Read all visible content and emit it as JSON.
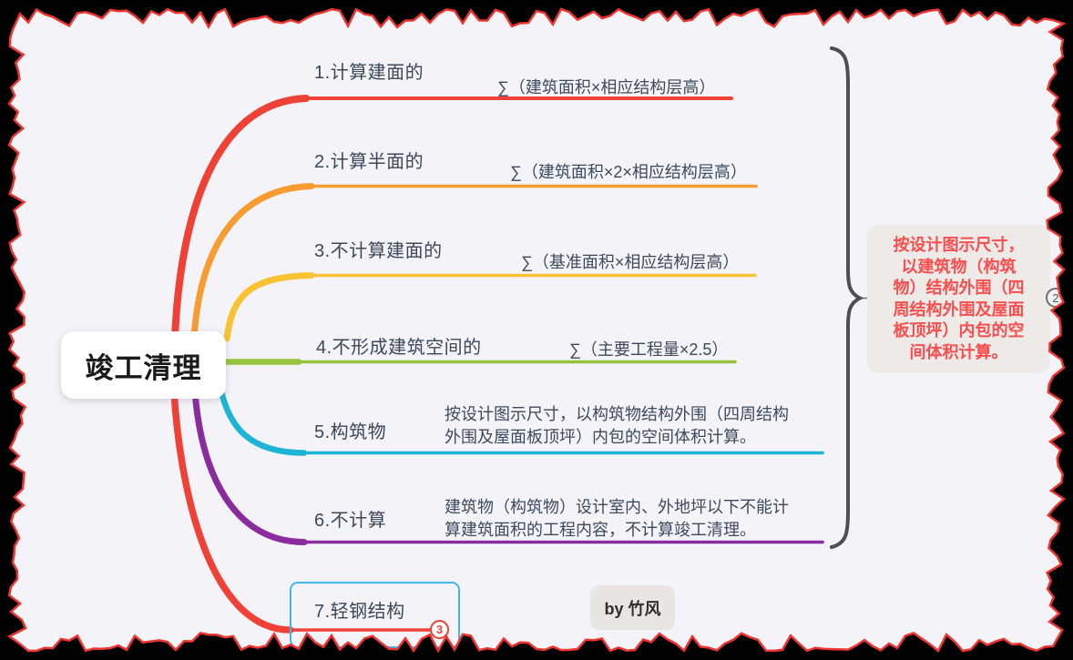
{
  "root": {
    "label": "竣工清理"
  },
  "branches": [
    {
      "label": "1.计算建面的",
      "formula": "∑（建筑面积×相应结构层高）",
      "color": "#ef4136"
    },
    {
      "label": "2.计算半面的",
      "formula": "∑（建筑面积×2×相应结构层高）",
      "color": "#f89b31"
    },
    {
      "label": "3.不计算建面的",
      "formula": "∑（基准面积×相应结构层高）",
      "color": "#f9c233"
    },
    {
      "label": "4.不形成建筑空间的",
      "formula": "∑（主要工程量×2.5）",
      "color": "#96c23d"
    },
    {
      "label": "5.构筑物",
      "note": "按设计图示尺寸，以构筑物结构外围（四周结构\n外围及屋面板顶坪）内包的空间体积计算。",
      "color": "#1db4d6"
    },
    {
      "label": "6.不计算",
      "note": "建筑物（构筑物）设计室内、外地坪以下不能计\n算建筑面积的工程内容，不计算竣工清理。",
      "color": "#8a2b9e"
    },
    {
      "label": "7.轻钢结构",
      "color": "#f04137",
      "highlight_border_color": "#42b3f7"
    }
  ],
  "group_note": {
    "text": "按设计图示尺寸，\n以建筑物（构筑\n物）结构外围（四\n周结构外围及屋面\n板顶坪）内包的空\n间体积计算。",
    "text_color": "#fa4d4d",
    "background": "#edeae8"
  },
  "markers": {
    "right_marker": "2",
    "branch7_marker": "3"
  },
  "credit": {
    "text": "by 竹风"
  },
  "colors": {
    "background": "#f4f3f7",
    "torn_edge": "#ee3430",
    "frame": "#000000",
    "brace": "#4e4e4e",
    "connector": "#777777"
  }
}
